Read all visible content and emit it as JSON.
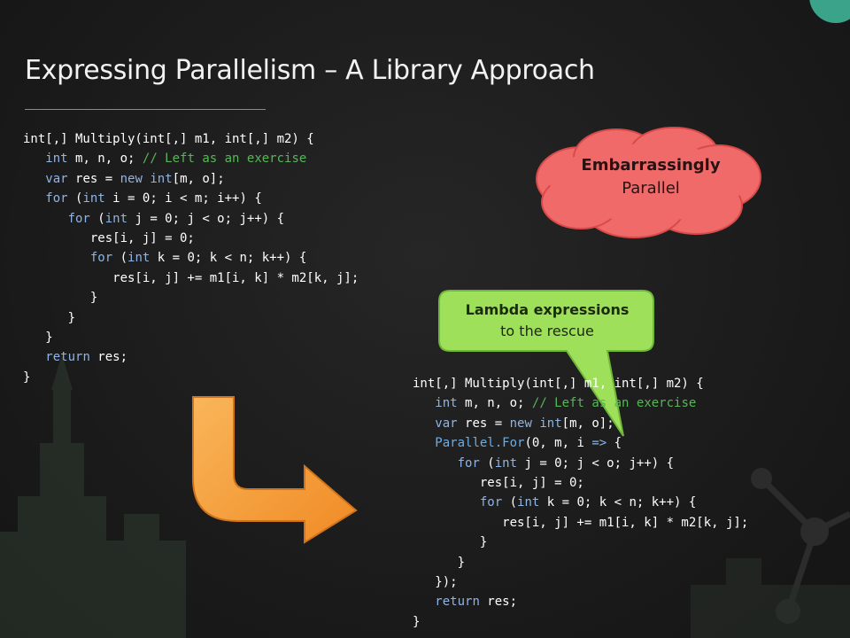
{
  "slide": {
    "title": "Expressing Parallelism – A Library Approach"
  },
  "code_original": {
    "lines": [
      [
        [
          "t",
          "int[,] Multiply(int[,] m1, int[,] m2) {"
        ]
      ],
      [
        [
          "t",
          "   "
        ],
        [
          "k",
          "int"
        ],
        [
          "t",
          " m, n, o; "
        ],
        [
          "c",
          "// Left as an exercise"
        ]
      ],
      [
        [
          "t",
          "   "
        ],
        [
          "k",
          "var"
        ],
        [
          "t",
          " res = "
        ],
        [
          "k",
          "new"
        ],
        [
          "t",
          " "
        ],
        [
          "k",
          "int"
        ],
        [
          "t",
          "[m, o];"
        ]
      ],
      [
        [
          "t",
          "   "
        ],
        [
          "k",
          "for"
        ],
        [
          "t",
          " ("
        ],
        [
          "k",
          "int"
        ],
        [
          "t",
          " i = 0; i < m; i++) {"
        ]
      ],
      [
        [
          "t",
          "      "
        ],
        [
          "k",
          "for"
        ],
        [
          "t",
          " ("
        ],
        [
          "k",
          "int"
        ],
        [
          "t",
          " j = 0; j < o; j++) {"
        ]
      ],
      [
        [
          "t",
          "         res[i, j] = 0;"
        ]
      ],
      [
        [
          "t",
          "         "
        ],
        [
          "k",
          "for"
        ],
        [
          "t",
          " ("
        ],
        [
          "k",
          "int"
        ],
        [
          "t",
          " k = 0; k < n; k++) {"
        ]
      ],
      [
        [
          "t",
          "            res[i, j] += m1[i, k] * m2[k, j];"
        ]
      ],
      [
        [
          "t",
          "         }"
        ]
      ],
      [
        [
          "t",
          "      }"
        ]
      ],
      [
        [
          "t",
          "   }"
        ]
      ],
      [
        [
          "t",
          "   "
        ],
        [
          "k",
          "return"
        ],
        [
          "t",
          " res;"
        ]
      ],
      [
        [
          "t",
          "}"
        ]
      ]
    ]
  },
  "code_parallel": {
    "lines": [
      [
        [
          "t",
          "int[,] Multiply(int[,] m1, int[,] m2) {"
        ]
      ],
      [
        [
          "t",
          "   "
        ],
        [
          "k",
          "int"
        ],
        [
          "t",
          " m, n, o; "
        ],
        [
          "c",
          "// Left as an exercise"
        ]
      ],
      [
        [
          "t",
          "   "
        ],
        [
          "k",
          "var"
        ],
        [
          "t",
          " res = "
        ],
        [
          "k",
          "new"
        ],
        [
          "t",
          " "
        ],
        [
          "k",
          "int"
        ],
        [
          "t",
          "[m, o];"
        ]
      ],
      [
        [
          "t",
          "   "
        ],
        [
          "p",
          "Parallel.For"
        ],
        [
          "t",
          "(0, m, i "
        ],
        [
          "k",
          "=>"
        ],
        [
          "t",
          " {"
        ]
      ],
      [
        [
          "t",
          "      "
        ],
        [
          "k",
          "for"
        ],
        [
          "t",
          " ("
        ],
        [
          "k",
          "int"
        ],
        [
          "t",
          " j = 0; j < o; j++) {"
        ]
      ],
      [
        [
          "t",
          "         res[i, j] = 0;"
        ]
      ],
      [
        [
          "t",
          "         "
        ],
        [
          "k",
          "for"
        ],
        [
          "t",
          " ("
        ],
        [
          "k",
          "int"
        ],
        [
          "t",
          " k = 0; k < n; k++) {"
        ]
      ],
      [
        [
          "t",
          "            res[i, j] += m1[i, k] * m2[k, j];"
        ]
      ],
      [
        [
          "t",
          "         }"
        ]
      ],
      [
        [
          "t",
          "      }"
        ]
      ],
      [
        [
          "t",
          "   });"
        ]
      ],
      [
        [
          "t",
          "   "
        ],
        [
          "k",
          "return"
        ],
        [
          "t",
          " res;"
        ]
      ],
      [
        [
          "t",
          "}"
        ]
      ]
    ]
  },
  "cloud": {
    "line1": "Embarrassingly",
    "line2": "Parallel",
    "fill": "#f06a6a"
  },
  "callout": {
    "line1": "Lambda expressions",
    "line2": "to the rescue",
    "fill": "#9ee05a"
  },
  "arrow": {
    "fill": "#f7a03c"
  },
  "colors": {
    "background": "#1f1f1f",
    "keyword": "#8fb4e6",
    "comment": "#58b658",
    "parallel": "#69aee8",
    "accent_teal": "#3aa38a"
  }
}
